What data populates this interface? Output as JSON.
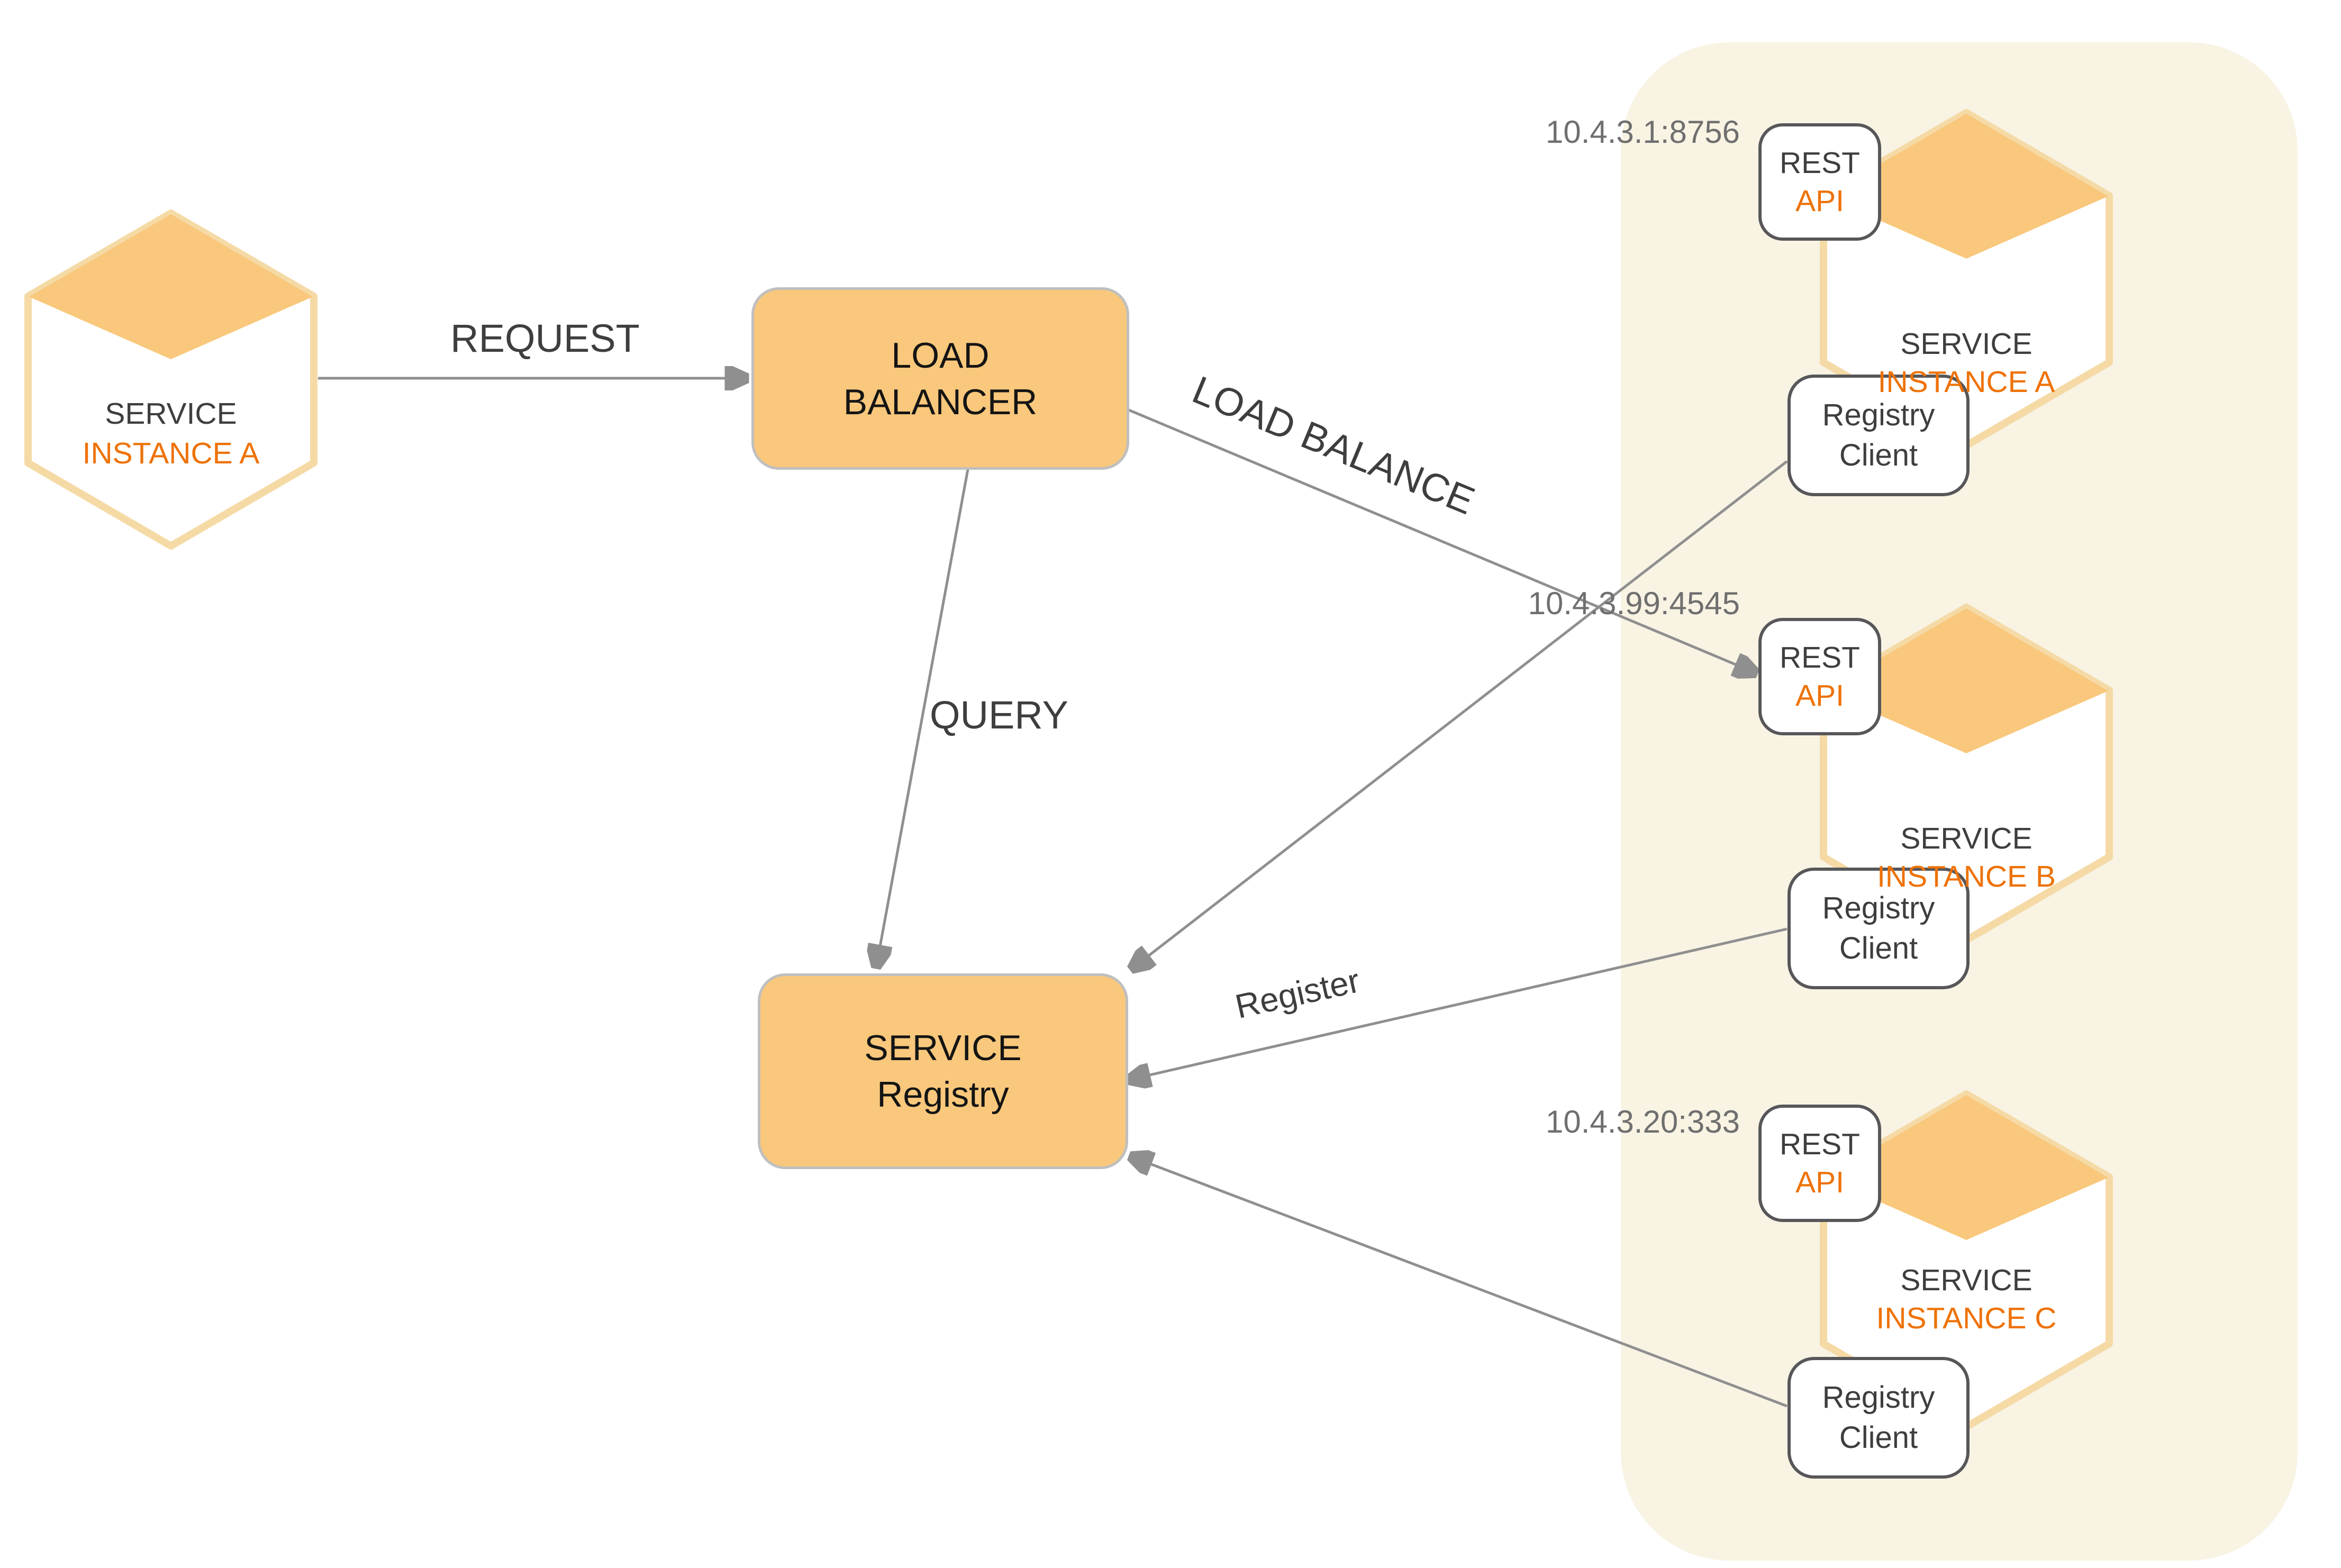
{
  "colors": {
    "panel_bg": "#F8F3E3",
    "node_orange_fill": "#F9C87C",
    "hexagon_border": "#F5DAA6",
    "orange_text": "#EE7205",
    "dark_text": "#3E3E3E",
    "muted_text": "#6F6F6F",
    "line_gray": "#8F8F8F",
    "orange_box_border": "#BFBFBF",
    "white_box_border": "#57575A"
  },
  "client_hexagon": {
    "line1": "SERVICE",
    "line2": "INSTANCE A"
  },
  "load_balancer": {
    "line1": "LOAD",
    "line2": "BALANCER"
  },
  "service_registry": {
    "line1": "SERVICE",
    "line2": "Registry"
  },
  "edge_labels": {
    "request": "REQUEST",
    "query": "QUERY",
    "load_balance": "LOAD BALANCE",
    "register": "Register"
  },
  "instances": [
    {
      "ip": "10.4.3.1:8756",
      "rest1": "REST",
      "rest2": "API",
      "svc1": "SERVICE",
      "svc2": "INSTANCE A",
      "rc1": "Registry",
      "rc2": "Client"
    },
    {
      "ip": "10.4.3.99:4545",
      "rest1": "REST",
      "rest2": "API",
      "svc1": "SERVICE",
      "svc2": "INSTANCE B",
      "rc1": "Registry",
      "rc2": "Client"
    },
    {
      "ip": "10.4.3.20:333",
      "rest1": "REST",
      "rest2": "API",
      "svc1": "SERVICE",
      "svc2": "INSTANCE C",
      "rc1": "Registry",
      "rc2": "Client"
    }
  ]
}
